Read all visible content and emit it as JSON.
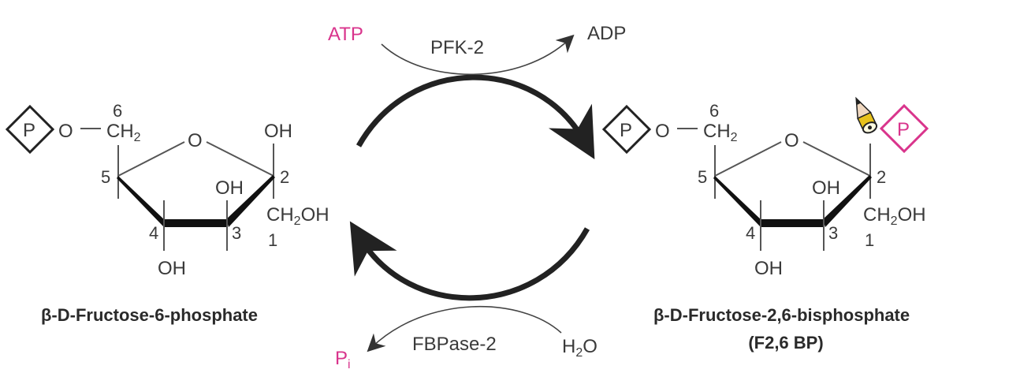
{
  "reaction": {
    "forward_enzyme": "PFK-2",
    "forward_input": "ATP",
    "forward_output": "ADP",
    "reverse_enzyme": "FBPase-2",
    "reverse_input": {
      "text": "H",
      "sub": "2",
      "rest": "O"
    },
    "reverse_output": {
      "text": "P",
      "sub": "i"
    }
  },
  "left_molecule": {
    "phosphate": "P",
    "ester_o": "O",
    "c6": {
      "text": "CH",
      "sub": "2"
    },
    "num6": "6",
    "ring_o": "O",
    "c2_oh": "OH",
    "num5": "5",
    "num2": "2",
    "c3_oh": "OH",
    "c1": {
      "text": "CH",
      "sub": "2",
      "rest": "OH"
    },
    "num4": "4",
    "num3": "3",
    "num1": "1",
    "c4_oh": "OH",
    "name": "β-D-Fructose-6-phosphate"
  },
  "right_molecule": {
    "phosphate": "P",
    "ester_o": "O",
    "c6": {
      "text": "CH",
      "sub": "2"
    },
    "num6": "6",
    "ring_o": "O",
    "c2_phosphate": "P",
    "num5": "5",
    "num2": "2",
    "c3_oh": "OH",
    "c1": {
      "text": "CH",
      "sub": "2",
      "rest": "OH"
    },
    "num4": "4",
    "num3": "3",
    "num1": "1",
    "c4_oh": "OH",
    "name": "β-D-Fructose-2,6-bisphosphate",
    "abbrev": "(F2,6 BP)"
  },
  "colors": {
    "text": "#3a3a3a",
    "accent": "#d9348c"
  },
  "cursor": "pencil-icon"
}
